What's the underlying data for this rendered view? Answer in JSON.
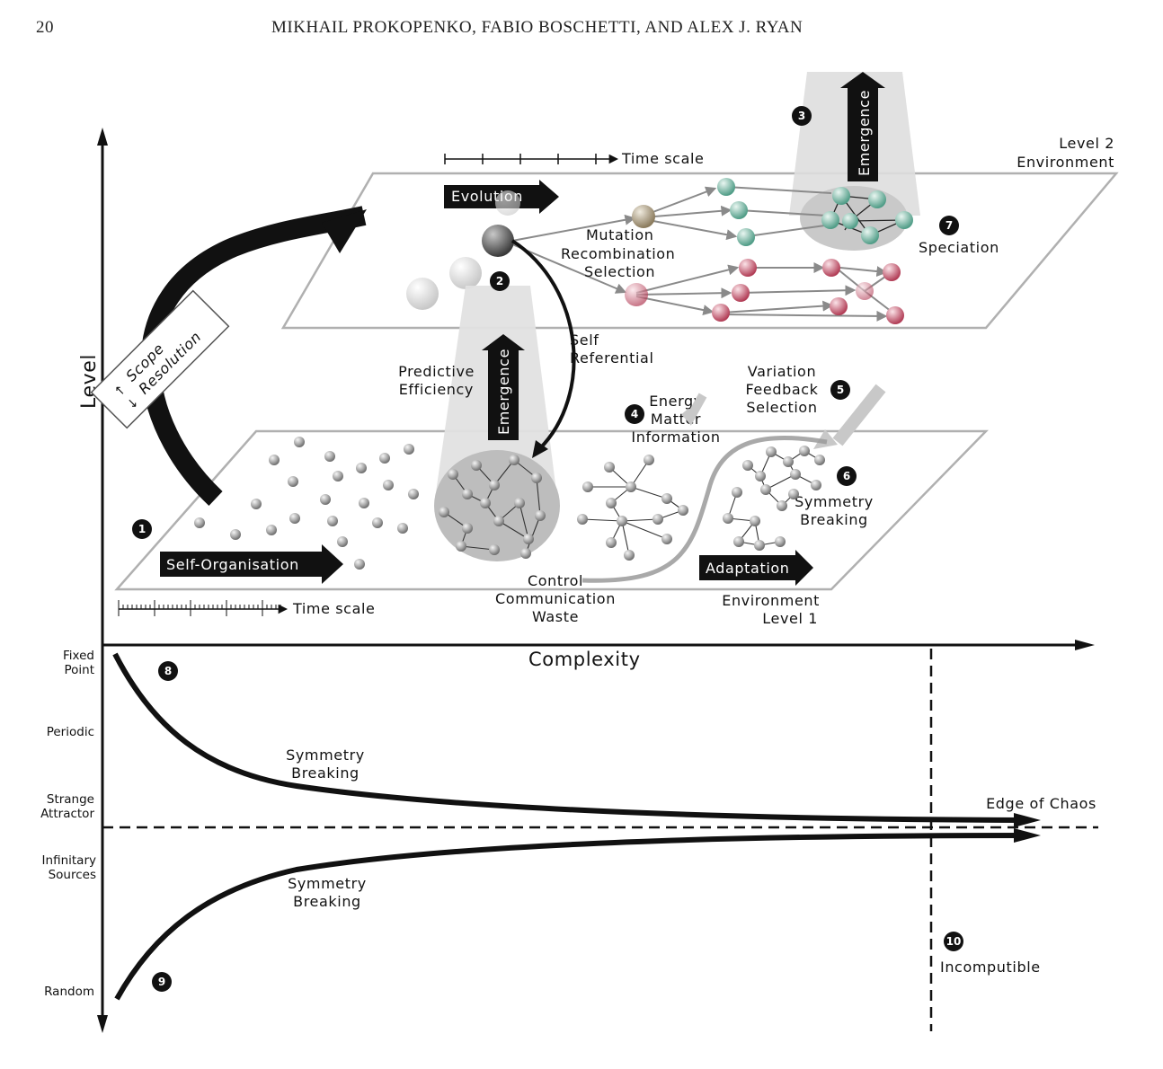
{
  "header": {
    "page_number": "20",
    "authors": "MIKHAIL PROKOPENKO, FABIO BOSCHETTI, AND ALEX J. RYAN"
  },
  "figure": {
    "axes": {
      "y_label": "Level",
      "x_label": "Complexity"
    },
    "scope": {
      "line1": "Scope",
      "line2": "Resolution"
    },
    "level2": {
      "title_line1": "Level 2",
      "title_line2": "Environment",
      "time_scale": "Time scale",
      "evolution": "Evolution",
      "mutation": "Mutation",
      "recombination": "Recombination",
      "selection": "Selection",
      "speciation": "Speciation",
      "emergence": "Emergence"
    },
    "middle": {
      "self_line1": "Self",
      "self_line2": "Referential",
      "pred_line1": "Predictive",
      "pred_line2": "Efficiency",
      "emergence": "Emergence",
      "energy": "Energy",
      "matter": "Matter",
      "information": "Information",
      "variation": "Variation",
      "feedback": "Feedback",
      "selection": "Selection"
    },
    "level1": {
      "self_organisation": "Self-Organisation",
      "time_scale": "Time scale",
      "control": "Control",
      "communication": "Communication",
      "waste": "Waste",
      "adaptation": "Adaptation",
      "env_line1": "Environment",
      "env_line2": "Level 1",
      "symmetry_line1": "Symmetry",
      "symmetry_line2": "Breaking"
    },
    "dynamics": {
      "fixed_line1": "Fixed",
      "fixed_line2": "Point",
      "periodic": "Periodic",
      "strange_line1": "Strange",
      "strange_line2": "Attractor",
      "infinitary_line1": "Infinitary",
      "infinitary_line2": "Sources",
      "random": "Random",
      "sym_upper_line1": "Symmetry",
      "sym_upper_line2": "Breaking",
      "sym_lower_line1": "Symmetry",
      "sym_lower_line2": "Breaking",
      "edge_of_chaos": "Edge of Chaos",
      "incomputible": "Incomputible"
    },
    "markers": [
      "1",
      "2",
      "3",
      "4",
      "5",
      "6",
      "7",
      "8",
      "9",
      "10"
    ],
    "colors": {
      "plane_stroke": "#b0b0b0",
      "node": "#8e8e8e",
      "node_green": "#6fae9a",
      "node_red": "#c2566a",
      "beam": "#d9d9d9"
    }
  }
}
